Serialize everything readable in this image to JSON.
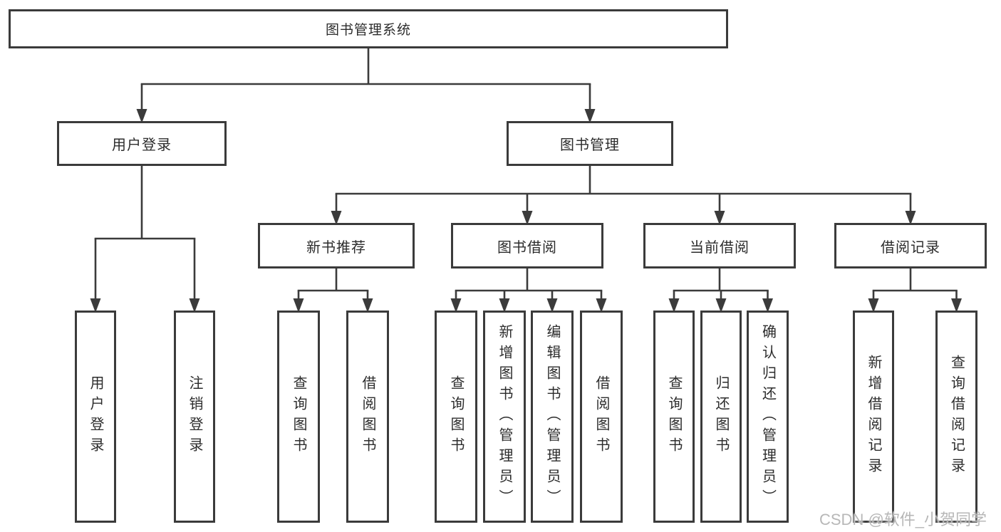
{
  "diagram_type": "tree-structure-chart",
  "colors": {
    "line": "#3b3b3b",
    "box_border": "#3b3b3b",
    "box_background": "#ffffff",
    "text": "#2c2c2c",
    "background": "#ffffff",
    "watermark": "#b7b7b7"
  },
  "nodes": {
    "root": "图书管理系统",
    "user_login": "用户登录",
    "book_mgmt": "图书管理",
    "new_books": "新书推荐",
    "book_borrow": "图书借阅",
    "current_borrow": "当前借阅",
    "borrow_records": "借阅记录",
    "leaf_user_login": "用户登录",
    "leaf_logout": "注销登录",
    "leaf_nb_query": "查询图书",
    "leaf_nb_borrow": "借阅图书",
    "leaf_bb_query": "查询图书",
    "leaf_bb_add": "新增图书（管理员）",
    "leaf_bb_edit": "编辑图书（管理员）",
    "leaf_bb_borrow": "借阅图书",
    "leaf_cb_query": "查询图书",
    "leaf_cb_return": "归还图书",
    "leaf_cb_confirm": "确认归还（管理员）",
    "leaf_br_add": "新增借阅记录",
    "leaf_br_query": "查询借阅记录"
  },
  "hierarchy": {
    "root": [
      "user_login",
      "book_mgmt"
    ],
    "user_login": [
      "leaf_user_login",
      "leaf_logout"
    ],
    "book_mgmt": [
      "new_books",
      "book_borrow",
      "current_borrow",
      "borrow_records"
    ],
    "new_books": [
      "leaf_nb_query",
      "leaf_nb_borrow"
    ],
    "book_borrow": [
      "leaf_bb_query",
      "leaf_bb_add",
      "leaf_bb_edit",
      "leaf_bb_borrow"
    ],
    "current_borrow": [
      "leaf_cb_query",
      "leaf_cb_return",
      "leaf_cb_confirm"
    ],
    "borrow_records": [
      "leaf_br_add",
      "leaf_br_query"
    ]
  },
  "watermark": "CSDN @软件_小贺同学"
}
